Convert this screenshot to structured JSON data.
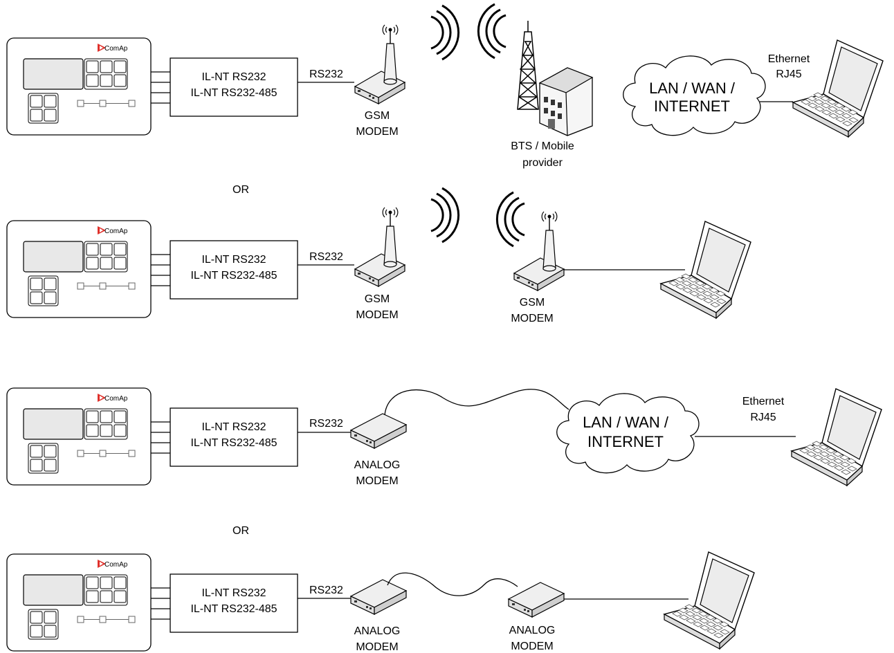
{
  "brand": "ComAp",
  "converter_lines": [
    "IL-NT RS232",
    "IL-NT RS232-485"
  ],
  "link_label": "RS232",
  "or_label": "OR",
  "gsm_modem": [
    "GSM",
    "MODEM"
  ],
  "analog_modem": [
    "ANALOG",
    "MODEM"
  ],
  "bts_label": [
    "BTS / Mobile",
    "provider"
  ],
  "cloud_lines": [
    "LAN / WAN /",
    "INTERNET"
  ],
  "ethernet_label": [
    "Ethernet",
    "RJ45"
  ]
}
